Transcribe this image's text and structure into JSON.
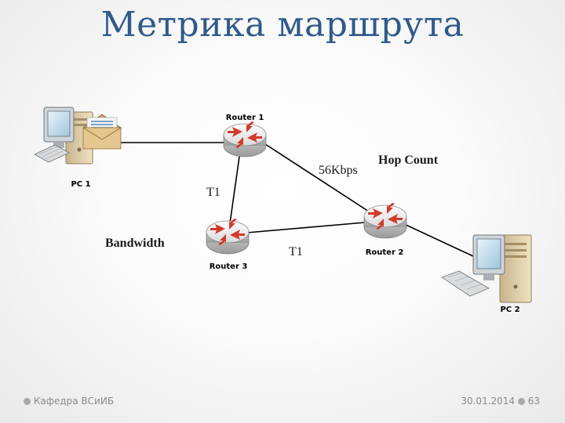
{
  "slide": {
    "title": "Метрика маршрута",
    "footer_left": "Кафедра ВСиИБ",
    "footer_date": "30.01.2014",
    "page_number": "63"
  },
  "diagram": {
    "nodes": {
      "pc1": "PC 1",
      "pc2": "PC 2",
      "router1": "Router 1",
      "router2": "Router 2",
      "router3": "Router 3"
    },
    "links": {
      "r1_r3": "T1",
      "r3_r2": "T1",
      "r1_r2": "56Kbps"
    },
    "annotations": {
      "hop_count": "Hop Count",
      "bandwidth": "Bandwidth"
    }
  },
  "colors": {
    "title": "#2f5a8c",
    "router_body": "#e8e8e8",
    "router_arrows": "#d33a2c"
  }
}
